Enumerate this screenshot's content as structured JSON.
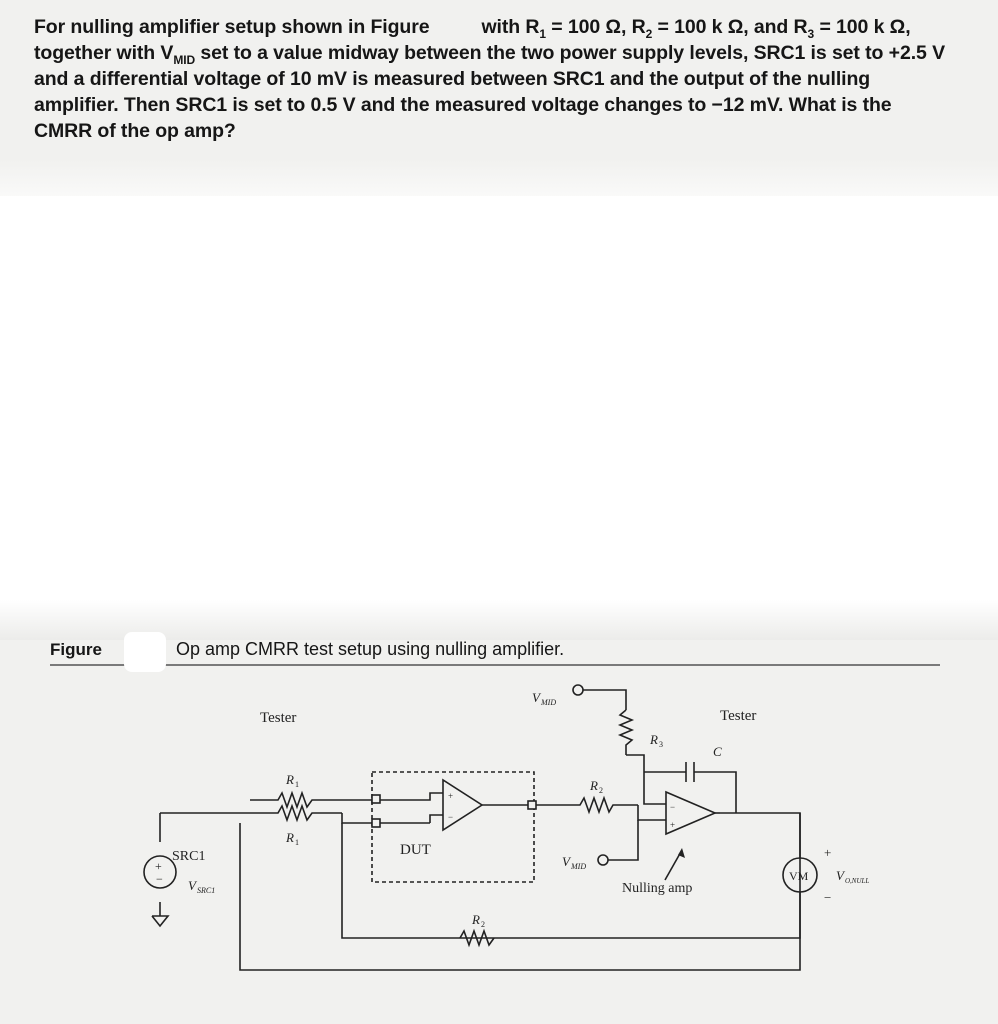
{
  "problem": {
    "part1": "For nulling amplifier setup shown in Figure",
    "part2": "with R",
    "r1_sub": "1",
    "part3": " = 100 Ω, R",
    "r2_sub": "2",
    "part4": " = 100 k Ω, and R",
    "r3_sub": "3",
    "part5": " = 100 k Ω, together with V",
    "vmid_sub": "MID",
    "part6": " set to a value midway between the two power supply levels, SRC1 is set to +2.5 V and a differential voltage of 10 mV is measured between SRC1 and the output of the nulling amplifier. Then SRC1 is set to 0.5 V and the measured voltage changes to −12 mV. What is the CMRR of the op amp?"
  },
  "figure": {
    "label": "Figure",
    "title": "Op amp CMRR test setup using nulling amplifier."
  },
  "circuit_labels": {
    "tester_left": "Tester",
    "tester_right": "Tester",
    "r1_top": "R",
    "r1_top_sub": "1",
    "r1_bottom": "R",
    "r1_bottom_sub": "1",
    "r2_mid": "R",
    "r2_mid_sub": "2",
    "r2_bottom": "R",
    "r2_bottom_sub": "2",
    "r3": "R",
    "r3_sub": "3",
    "cap": "C",
    "vmid_top": "V",
    "vmid_top_sub": "MID",
    "vmid_bottom": "V",
    "vmid_bottom_sub": "MID",
    "dut": "DUT",
    "src1": "SRC1",
    "vsrc1": "V",
    "vsrc1_sub": "SRC1",
    "nulling_amp": "Nulling amp",
    "vm": "VM",
    "vonull": "V",
    "vonull_sub": "O,NULL",
    "plus": "+",
    "minus": "−",
    "src_plus": "+",
    "src_minus": "−",
    "opamp_plus": "+",
    "opamp_minus": "−",
    "null_plus": "+",
    "null_minus": "−"
  }
}
